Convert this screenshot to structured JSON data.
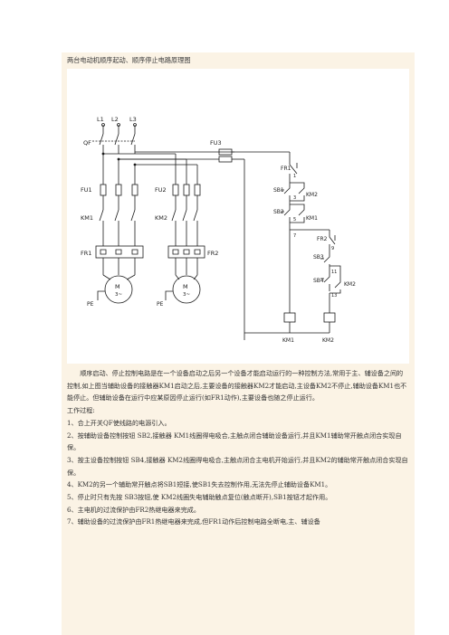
{
  "title": "两台电动机顺序起动、顺序停止电路原理图",
  "diagram": {
    "phases": [
      "L1",
      "L2",
      "L3"
    ],
    "labels": {
      "qf": "QF",
      "fu1": "FU1",
      "fu2": "FU2",
      "fu3": "FU3",
      "km1": "KM1",
      "km2": "KM2",
      "fr1": "FR1",
      "fr2": "FR2",
      "motor1": "M",
      "motor1_sub": "3~",
      "motor2": "M",
      "motor2_sub": "3~",
      "pe1": "PE",
      "pe2": "PE",
      "ctrl_fr1": "FR1",
      "ctrl_fr2": "FR2",
      "sb1": "SB1",
      "sb2": "SB2",
      "sb3": "SB3",
      "sb4": "SB4",
      "ctrl_km2_a": "KM2",
      "ctrl_km1_a": "KM1",
      "ctrl_km2_b": "KM2",
      "coil_km1": "KM1",
      "coil_km2": "KM2",
      "node_1": "1",
      "node_3": "3",
      "node_5": "5",
      "node_7": "7",
      "node_9": "9",
      "node_11": "11",
      "node_13": "13"
    }
  },
  "intro": "顺序启动、停止控制电路是在一个设备启动之后另一个设备才能启动运行的一种控制方法,常用于主、辅设备之间的控制,如上图当辅助设备的接触器KM1启动之后,主要设备的接触器KM2才能启动,主设备KM2不停止,辅助设备KM1也不能停止。但辅助设备在运行中应某原因停止运行(如FR1动作),主要设备也随之停止运行。",
  "process_title": "工作过程:",
  "steps": [
    "1、合上开关QF使线路的电源引入。",
    "2、按辅助设备控制按钮 SB2,接触器 KM1线圈得电吸合,主触点闭合辅助设备运行,并且KM1辅助常开触点闭合实现自保。",
    "3、按主设备控制按钮 SB4,接触器 KM2线圈得电吸合,主触点闭合主电机开始运行,并且KM2的辅助常开触点闭合实现自保。",
    "4、KM2的另一个辅助常开触点将SB1短接,使SB1失去控制作用,无法先停止辅助设备KM1。",
    "5、停止时只有先按 SB3按钮,使 KM2线圈失电辅助触点复位(触点断开),SB1按钮才起作用。",
    "6、主电机的过流保护由FR2热继电器来完成。",
    "7、辅助设备的过流保护由FR1热继电器来完成,但FR1动作后控制电路全断电,主、辅设备"
  ]
}
